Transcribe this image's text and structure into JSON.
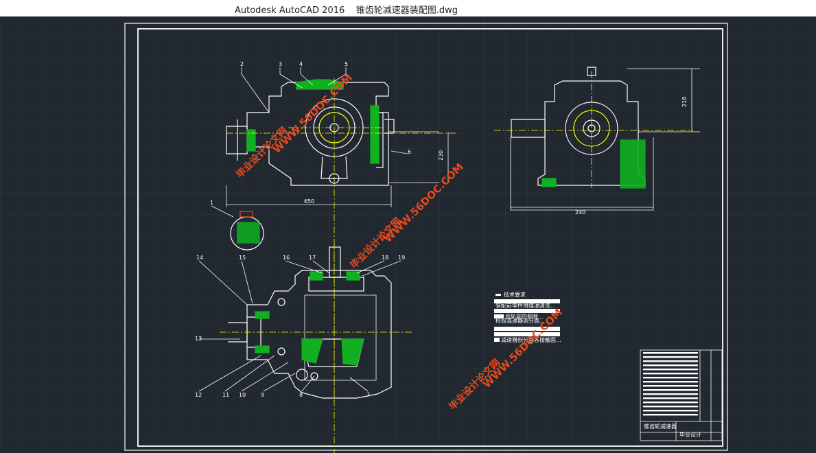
{
  "app": {
    "title": "Autodesk AutoCAD 2016    锥齿轮减速器装配图.dwg"
  },
  "colors": {
    "canvas": "#212830",
    "grid": "#2b333c",
    "line": "#ffffff",
    "centerline": "#ffff00",
    "section_fill": "#10b020",
    "dimension": "#ffffff",
    "watermark": "#e84a1e"
  },
  "balloons": [
    "1",
    "2",
    "3",
    "4",
    "5",
    "6",
    "7",
    "8",
    "9",
    "10",
    "11",
    "12",
    "13",
    "14",
    "15",
    "16",
    "17",
    "18",
    "19"
  ],
  "dimensions": {
    "front_height": "230",
    "front_width": "650",
    "side_height": "218",
    "side_width": "240"
  },
  "tech_requirements": {
    "heading": "技术要求",
    "line1": "装配前零件用煤油清洗...",
    "line2": "齿轮副的侧隙...",
    "line3": "检验减速器剖分面...",
    "line4": "减速器剖分面各接触面..."
  },
  "title_block": {
    "drawing_name": "锥齿轮减速器",
    "designer": "毕业设计"
  },
  "watermarks": {
    "site": "WWW.56DOC.COM",
    "brand": "毕业设计论文网"
  }
}
